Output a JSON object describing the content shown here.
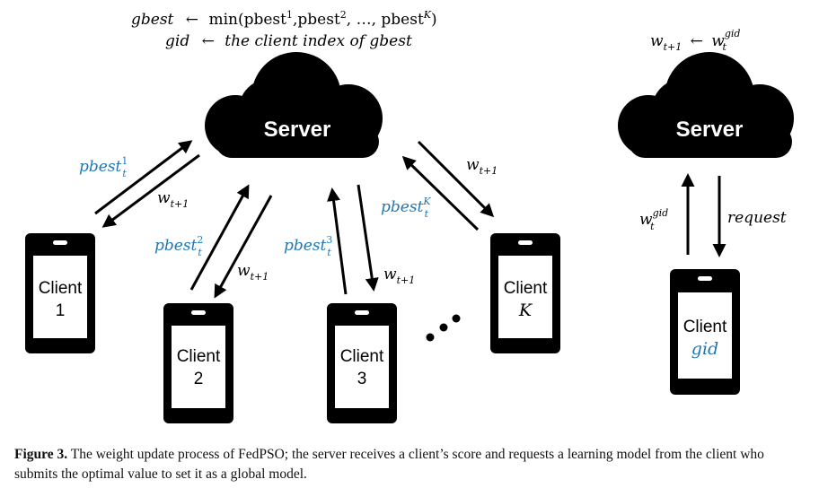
{
  "colors": {
    "accent": "#1f78b4",
    "ink": "#000000",
    "paper": "#ffffff"
  },
  "left": {
    "formula_line1_lhs": "gbest",
    "formula_line1_rhs_prefix": "min(pbest",
    "formula_line1_sup1": "1",
    "formula_line1_sep1": ",pbest",
    "formula_line1_sup2": "2",
    "formula_line1_mid": ", …, pbest",
    "formula_line1_supK": "K",
    "formula_line1_close": ")",
    "formula_arrow": "←",
    "formula_line2_lhs": "gid",
    "formula_line2_rhs": "the client index of gbest",
    "server_label": "Server",
    "labels": {
      "pbest": "pbest",
      "w": "w",
      "t": "t",
      "t_plus_1": "t+1",
      "sup_1": "1",
      "sup_2": "2",
      "sup_3": "3",
      "sup_K": "K"
    },
    "clients": [
      {
        "name": "Client",
        "id": "1"
      },
      {
        "name": "Client",
        "id": "2"
      },
      {
        "name": "Client",
        "id": "3"
      },
      {
        "name": "Client",
        "id": "K"
      }
    ]
  },
  "right": {
    "formula_lhs_w": "w",
    "formula_lhs_sub": "t+1",
    "formula_arrow": "←",
    "formula_rhs_w": "w",
    "formula_rhs_sub": "t",
    "formula_rhs_sup": "gid",
    "server_label": "Server",
    "up_label_w": "w",
    "up_label_sub": "t",
    "up_label_sup": "gid",
    "down_label": "request",
    "client_name": "Client",
    "client_id": "gid"
  },
  "caption": {
    "label": "Figure 3.",
    "text": "The weight update process of FedPSO; the server receives a client’s score and requests a learning model from the client who submits the optimal value to set it as a global model."
  }
}
